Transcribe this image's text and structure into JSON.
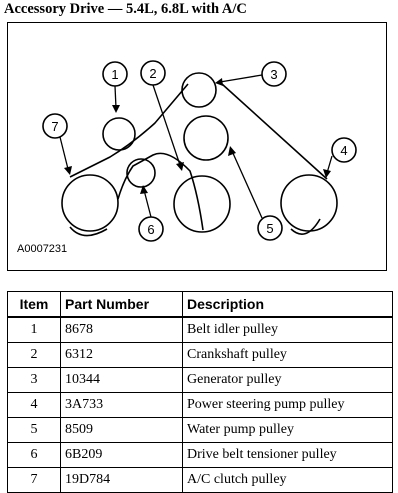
{
  "title": "Accessory Drive — 5.4L, 6.8L with A/C",
  "figure": {
    "id": "A0007231",
    "callouts": [
      "1",
      "2",
      "3",
      "4",
      "5",
      "6",
      "7"
    ]
  },
  "table": {
    "headers": [
      "Item",
      "Part Number",
      "Description"
    ],
    "rows": [
      {
        "item": "1",
        "part": "8678",
        "desc": "Belt idler pulley"
      },
      {
        "item": "2",
        "part": "6312",
        "desc": "Crankshaft pulley"
      },
      {
        "item": "3",
        "part": "10344",
        "desc": "Generator pulley"
      },
      {
        "item": "4",
        "part": "3A733",
        "desc": "Power steering pump pulley"
      },
      {
        "item": "5",
        "part": "8509",
        "desc": "Water pump pulley"
      },
      {
        "item": "6",
        "part": "6B209",
        "desc": "Drive belt tensioner pulley"
      },
      {
        "item": "7",
        "part": "19D784",
        "desc": "A/C clutch pulley"
      }
    ]
  }
}
